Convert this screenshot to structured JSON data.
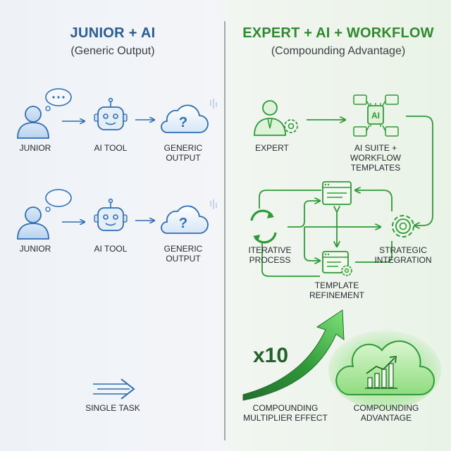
{
  "left": {
    "title": "JUNIOR + AI",
    "subtitle": "(Generic Output)",
    "row1": {
      "junior": "JUNIOR",
      "tool": "AI TOOL",
      "output_l1": "GENERIC",
      "output_l2": "OUTPUT"
    },
    "row2": {
      "junior": "JUNIOR",
      "tool": "AI TOOL",
      "output_l1": "GENERIC",
      "output_l2": "OUTPUT"
    },
    "single_task": "SINGLE TASK"
  },
  "right": {
    "title": "EXPERT + AI + WORKFLOW",
    "subtitle": "(Compounding Advantage)",
    "expert": "EXPERT",
    "suite_l1": "AI SUITE +",
    "suite_l2": "WORKFLOW",
    "suite_l3": "TEMPLATES",
    "suite_chip": "AI",
    "iter_l1": "ITERATIVE",
    "iter_l2": "PROCESS",
    "strat_l1": "STRATEGIC",
    "strat_l2": "INTEGRATION",
    "tmpl_l1": "TEMPLATE",
    "tmpl_l2": "REFINEMENT",
    "multiplier": "x10",
    "mult_l1": "COMPOUNDING",
    "mult_l2": "MULTIPLIER EFFECT",
    "adv_l1": "COMPOUNDING",
    "adv_l2": "ADVANTAGE"
  },
  "colors": {
    "blue": "#2f6db3",
    "green": "#2f9a38",
    "divider": "#8a9099"
  },
  "icons": [
    "person-thought-icon",
    "robot-icon",
    "cloud-question-icon",
    "double-arrow-icon",
    "expert-gear-icon",
    "ai-suite-icon",
    "document-icon",
    "refresh-cycle-icon",
    "gear-icon",
    "document-gear-icon",
    "growth-arrow-icon",
    "cloud-chart-icon"
  ]
}
